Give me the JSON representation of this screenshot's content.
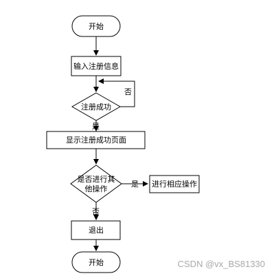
{
  "flowchart": {
    "start": "开始",
    "input": "输入注册信息",
    "decision_register": "注册成功",
    "no_label_1": "否",
    "yes_label_1": "是",
    "show_page": "显示注册成功页面",
    "decision_other_line1": "是否进行其",
    "decision_other_line2": "他操作",
    "yes_label_2": "是",
    "no_label_2": "否",
    "do_action": "进行相应操作",
    "exit": "退出",
    "end": "开始"
  },
  "watermark": "CSDN @vx_BS81330"
}
